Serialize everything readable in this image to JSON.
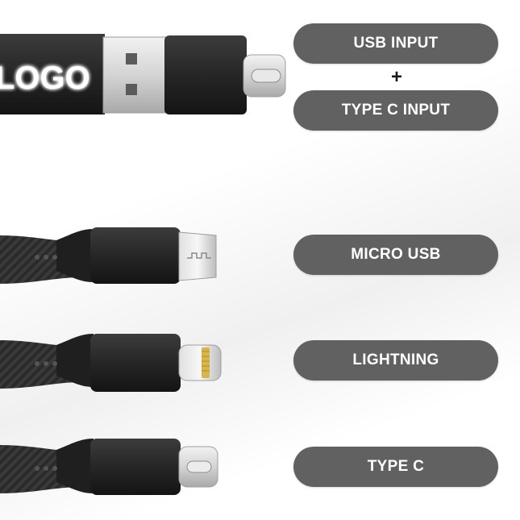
{
  "product": {
    "logo_text": "LOGO"
  },
  "labels": {
    "input_usb": "USB INPUT",
    "plus": "+",
    "input_type_c": "TYPE C INPUT",
    "micro_usb": "MICRO USB",
    "lightning": "LIGHTNING",
    "type_c": "TYPE C"
  },
  "colors": {
    "pill_background": "#616161",
    "pill_text": "#ffffff",
    "cable_body": "#2b2b2b",
    "logo_glow": "#ffffff"
  },
  "icons": {
    "usb_head": "usb-a-connector-icon",
    "type_c_head": "usb-c-connector-icon",
    "micro_usb_head": "micro-usb-connector-icon",
    "lightning_head": "lightning-connector-icon"
  }
}
